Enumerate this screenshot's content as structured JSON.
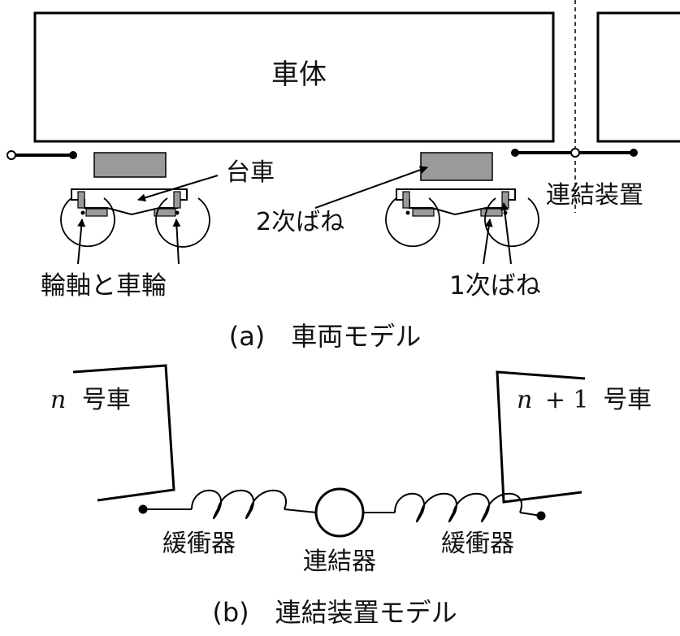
{
  "top": {
    "car_body_label": "車体",
    "bogie_label": "台車",
    "coupling_device_label": "連結装置",
    "secondary_spring_label": "2次ばね",
    "wheelset_label": "輪軸と車輪",
    "primary_spring_label": "1次ばね",
    "caption": "(a)　車両モデル"
  },
  "bottom": {
    "car_n_var": "n",
    "car_n_suffix": "号車",
    "car_n1_var": "n",
    "car_n1_plus": "+ 1",
    "car_n1_suffix": "号車",
    "buffer_left_label": "緩衝器",
    "coupler_label": "連結器",
    "buffer_right_label": "緩衝器",
    "caption": "(b)　連結装置モデル"
  },
  "colors": {
    "stroke": "#000000",
    "bogie_fill": "#9a9a9a"
  }
}
